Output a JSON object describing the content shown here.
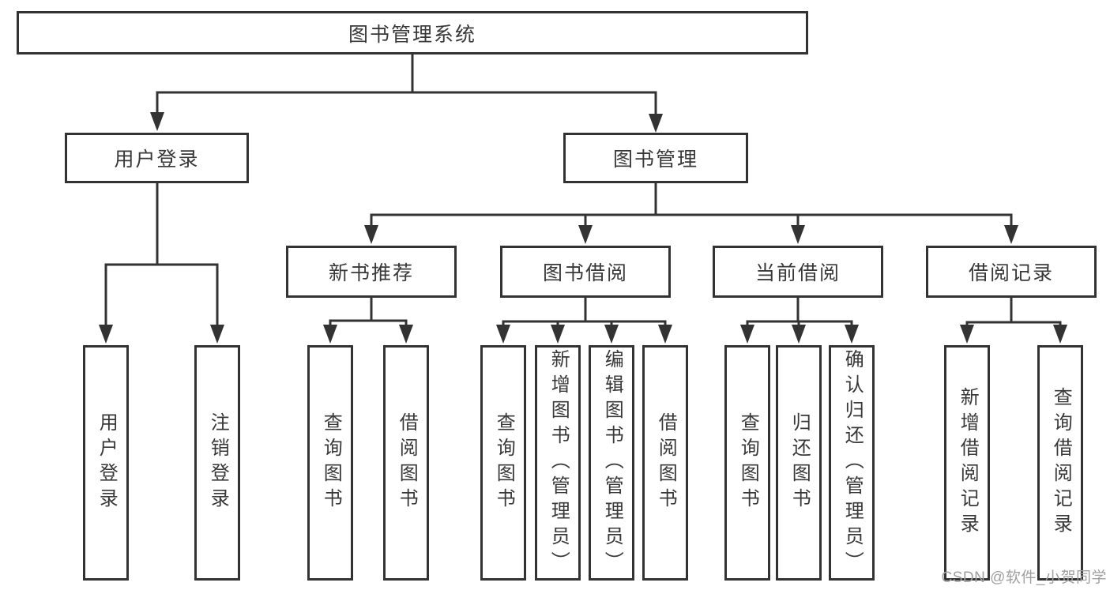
{
  "colors": {
    "background": "#ffffff",
    "line": "#333333",
    "text": "#383838",
    "watermark": "#a0a0a0"
  },
  "watermark": {
    "text": "CSDN @软件_小贺同学"
  },
  "diagram": {
    "type": "tree",
    "root": {
      "label": "图书管理系统"
    },
    "branches": [
      {
        "label": "用户登录",
        "children": [
          {
            "label": "用户登录"
          },
          {
            "label": "注销登录"
          }
        ]
      },
      {
        "label": "图书管理",
        "sections": [
          {
            "label": "新书推荐",
            "children": [
              {
                "label": "查询图书"
              },
              {
                "label": "借阅图书"
              }
            ]
          },
          {
            "label": "图书借阅",
            "children": [
              {
                "label": "查询图书"
              },
              {
                "label": "新增图书（管理员）"
              },
              {
                "label": "编辑图书（管理员）"
              },
              {
                "label": "借阅图书"
              }
            ]
          },
          {
            "label": "当前借阅",
            "children": [
              {
                "label": "查询图书"
              },
              {
                "label": "归还图书"
              },
              {
                "label": "确认归还（管理员）"
              }
            ]
          },
          {
            "label": "借阅记录",
            "children": [
              {
                "label": "新增借阅记录"
              },
              {
                "label": "查询借阅记录"
              }
            ]
          }
        ]
      }
    ]
  }
}
